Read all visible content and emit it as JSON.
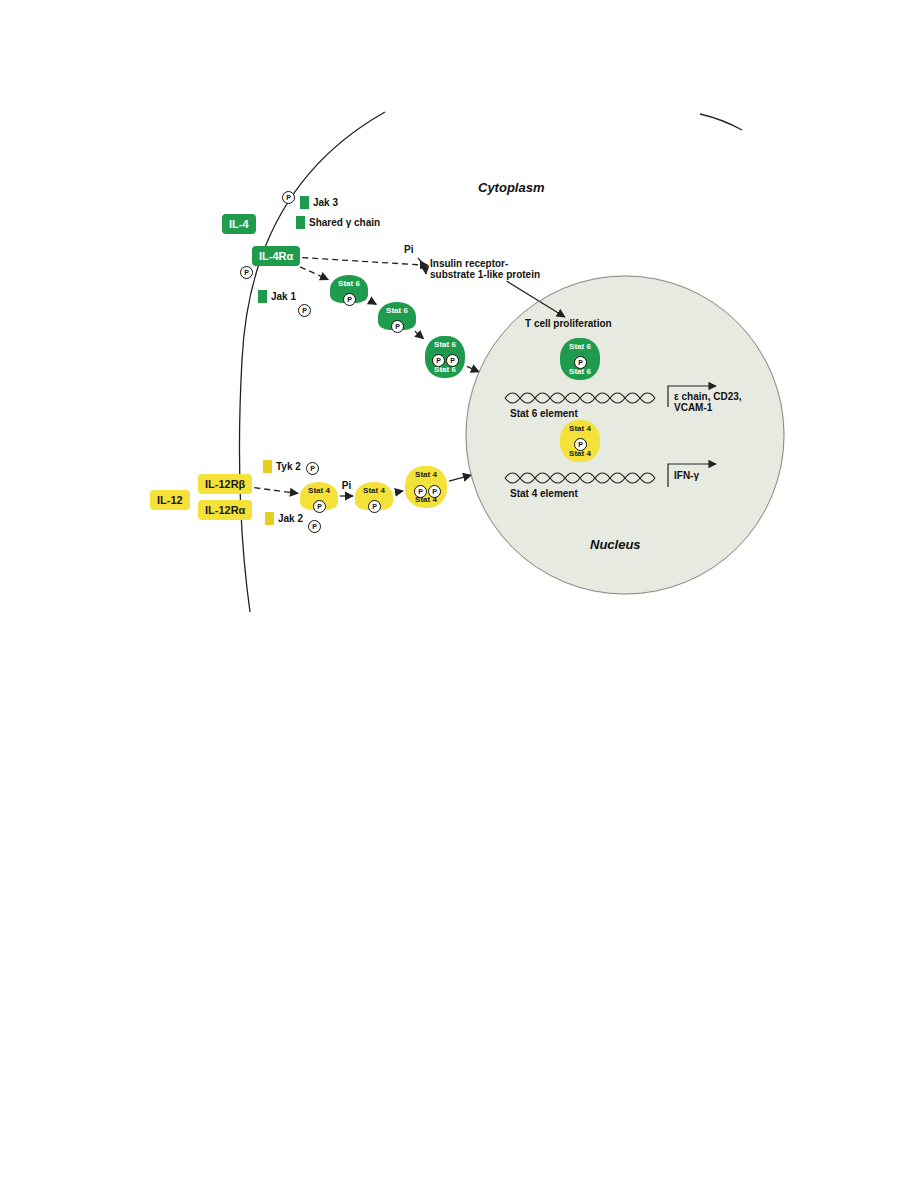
{
  "diagram": {
    "nodes": [
      {
        "text": [
          "IL-4"
        ]
      },
      {
        "text": [
          "Jak 3"
        ]
      },
      {
        "text": [
          "Shared γ chain"
        ]
      },
      {
        "text": [
          "IL-4Rα"
        ]
      },
      {
        "text": [
          "Jak 1"
        ]
      },
      {
        "text": [
          "Stat 6"
        ]
      },
      {
        "text": [
          "Stat 6"
        ]
      },
      {
        "text": [
          "Stat 6",
          "Stat 6"
        ]
      },
      {
        "text": [
          "Insulin receptor-substrate 1-like protein"
        ]
      },
      {
        "text": [
          "T cell proliferation"
        ]
      },
      {
        "text": [
          "Nucleus"
        ]
      },
      {
        "text": [
          "Stat 6",
          "Stat 6"
        ],
        "in": 10
      },
      {
        "text": [
          "IL-12"
        ]
      },
      {
        "text": [
          "IL-12Rβ"
        ]
      },
      {
        "text": [
          "IL-12Rα"
        ]
      },
      {
        "text": [
          "Tyk 2"
        ]
      },
      {
        "text": [
          "Jak 2"
        ]
      },
      {
        "text": [
          "Stat 4"
        ]
      },
      {
        "text": [
          "Stat 4"
        ]
      },
      {
        "text": [
          "Stat 4",
          "Stat 4"
        ]
      },
      {
        "text": [
          "Stat 4",
          "Stat 4"
        ],
        "in": 10
      }
    ],
    "edges": [
      {
        "from": 3,
        "to": 5,
        "arrow": "to"
      },
      {
        "from": 5,
        "to": 6,
        "arrow": "to"
      },
      {
        "from": 6,
        "to": 7,
        "arrow": "to"
      },
      {
        "from": 7,
        "to": 10,
        "arrow": "to"
      },
      {
        "from": 3,
        "to": 8,
        "arrow": "to"
      },
      {
        "from": 8,
        "to": 9,
        "arrow": "to"
      },
      {
        "from": 13,
        "to": 17,
        "arrow": "to"
      },
      {
        "from": 17,
        "to": 18,
        "label": "Pi",
        "arrow": "to"
      },
      {
        "from": 18,
        "to": 19,
        "arrow": "to"
      },
      {
        "from": 19,
        "to": 10,
        "arrow": "to"
      }
    ],
    "labels": [
      "Cytoplasm",
      "Pi",
      "Stat 6 element",
      "ε chain, CD23, VCAM-1",
      "Stat 4 element",
      "IFN-γ",
      "P",
      "P",
      "P",
      "P",
      "P",
      "P",
      "P",
      "P",
      "P",
      "P",
      "P",
      "P",
      "P",
      "P",
      "P"
    ]
  }
}
